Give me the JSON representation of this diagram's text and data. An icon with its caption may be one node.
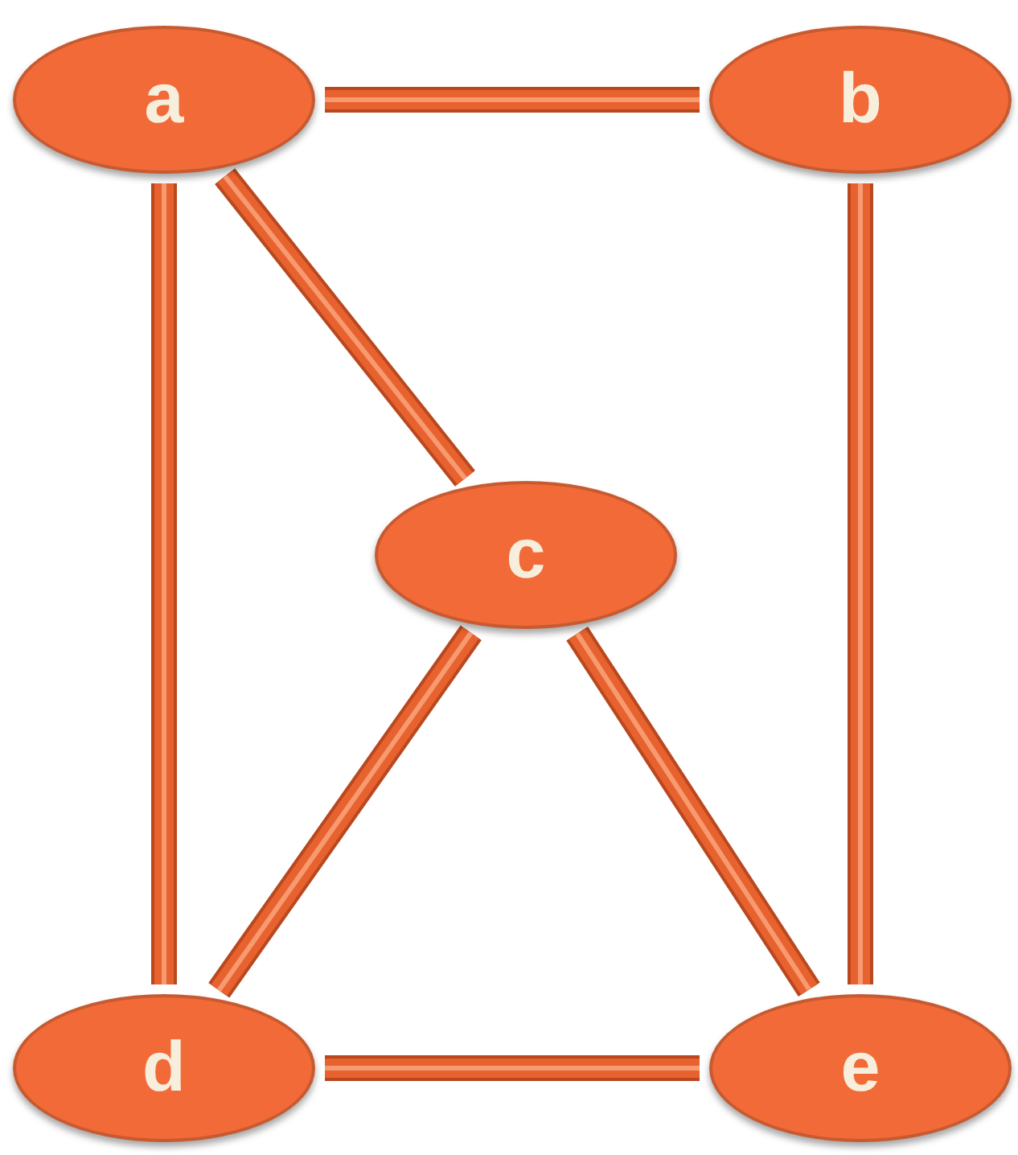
{
  "diagram": {
    "nodes": [
      {
        "text": [
          "a"
        ]
      },
      {
        "text": [
          "b"
        ]
      },
      {
        "text": [
          "c"
        ]
      },
      {
        "text": [
          "d"
        ]
      },
      {
        "text": [
          "e"
        ]
      }
    ],
    "edges": [
      {
        "from": 0,
        "to": 1,
        "arrow": "none"
      },
      {
        "from": 0,
        "to": 3,
        "arrow": "none"
      },
      {
        "from": 0,
        "to": 2,
        "arrow": "none"
      },
      {
        "from": 1,
        "to": 4,
        "arrow": "none"
      },
      {
        "from": 2,
        "to": 3,
        "arrow": "none"
      },
      {
        "from": 2,
        "to": 4,
        "arrow": "none"
      },
      {
        "from": 3,
        "to": 4,
        "arrow": "none"
      }
    ]
  }
}
